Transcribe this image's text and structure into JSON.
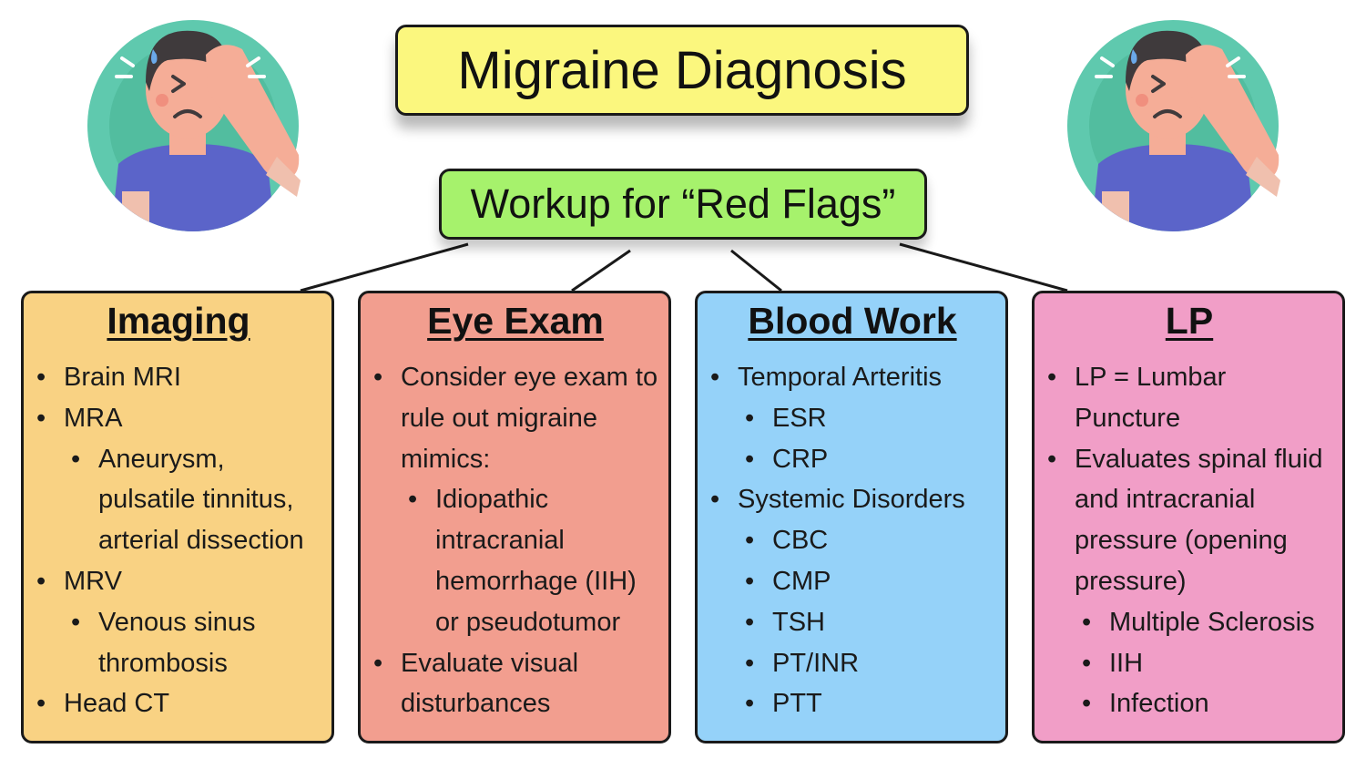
{
  "colors": {
    "title_bg": "#fbf77e",
    "subtitle_bg": "#a6f26c",
    "imaging_bg": "#f9d283",
    "eye_bg": "#f29e8f",
    "blood_bg": "#95d2f9",
    "lp_bg": "#f19ec7",
    "avatar_circle": "#5fc9ae",
    "avatar_shirt": "#5b64c9",
    "avatar_skin": "#f5ad97"
  },
  "icons": {
    "avatar": "headache-person-icon"
  },
  "title": "Migraine Diagnosis",
  "subtitle": "Workup for “Red Flags”",
  "bullet": "•",
  "columns": [
    {
      "heading": "Imaging",
      "items": [
        {
          "level": 1,
          "text": "Brain MRI"
        },
        {
          "level": 1,
          "text": "MRA"
        },
        {
          "level": 2,
          "text": "Aneurysm, pulsatile tinnitus, arterial dissection"
        },
        {
          "level": 1,
          "text": "MRV"
        },
        {
          "level": 2,
          "text": "Venous sinus thrombosis"
        },
        {
          "level": 1,
          "text": "Head CT"
        }
      ]
    },
    {
      "heading": "Eye Exam",
      "items": [
        {
          "level": 1,
          "text": "Consider eye exam to rule out migraine mimics:"
        },
        {
          "level": 2,
          "text": "Idiopathic intracranial hemorrhage (IIH) or pseudotumor"
        },
        {
          "level": 1,
          "text": "Evaluate visual disturbances"
        }
      ]
    },
    {
      "heading": "Blood Work",
      "items": [
        {
          "level": 1,
          "text": "Temporal Arteritis"
        },
        {
          "level": 2,
          "text": "ESR"
        },
        {
          "level": 2,
          "text": "CRP"
        },
        {
          "level": 1,
          "text": "Systemic Disorders"
        },
        {
          "level": 2,
          "text": "CBC"
        },
        {
          "level": 2,
          "text": "CMP"
        },
        {
          "level": 2,
          "text": "TSH"
        },
        {
          "level": 2,
          "text": "PT/INR"
        },
        {
          "level": 2,
          "text": "PTT"
        }
      ]
    },
    {
      "heading": "LP",
      "items": [
        {
          "level": 1,
          "text": "LP = Lumbar Puncture"
        },
        {
          "level": 1,
          "text": "Evaluates spinal fluid and intracranial pressure (opening pressure)"
        },
        {
          "level": 2,
          "text": "Multiple Sclerosis"
        },
        {
          "level": 2,
          "text": "IIH"
        },
        {
          "level": 2,
          "text": "Infection"
        }
      ]
    }
  ]
}
